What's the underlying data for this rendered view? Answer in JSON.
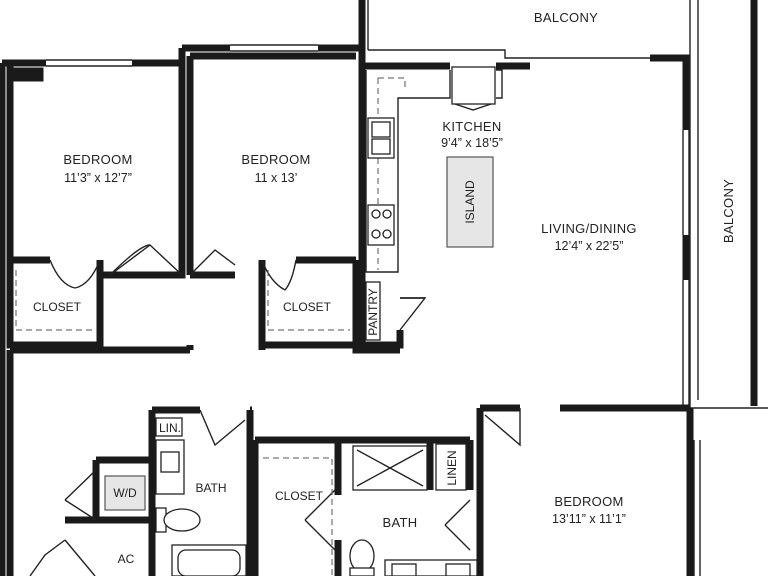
{
  "rooms": {
    "balcony_top": {
      "name": "BALCONY"
    },
    "balcony_right": {
      "name": "BALCONY"
    },
    "bedroom_1": {
      "name": "BEDROOM",
      "dimensions": "11’3” x 12’7”"
    },
    "bedroom_2": {
      "name": "BEDROOM",
      "dimensions": "11 x 13’"
    },
    "kitchen": {
      "name": "KITCHEN",
      "dimensions": "9’4” x 18’5”"
    },
    "island": {
      "name": "ISLAND"
    },
    "living_dining": {
      "name": "LIVING/DINING",
      "dimensions": "12’4” x 22’5”"
    },
    "closet_1": {
      "name": "CLOSET"
    },
    "closet_2": {
      "name": "CLOSET"
    },
    "closet_3": {
      "name": "CLOSET"
    },
    "pantry": {
      "name": "PANTRY"
    },
    "linen_1": {
      "name": "LIN."
    },
    "linen_2": {
      "name": "LINEN"
    },
    "bath_1": {
      "name": "BATH"
    },
    "bath_2": {
      "name": "BATH"
    },
    "washer_dryer": {
      "name": "W/D"
    },
    "ac": {
      "name": "AC"
    },
    "bedroom_3": {
      "name": "BEDROOM",
      "dimensions": "13’11” x 11’1”"
    }
  }
}
